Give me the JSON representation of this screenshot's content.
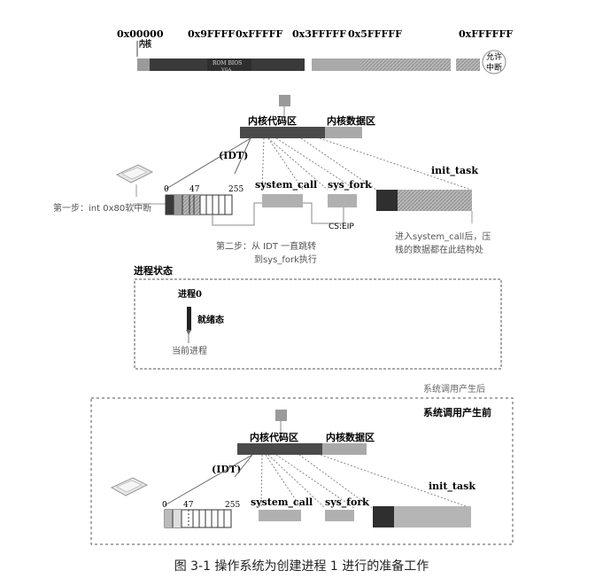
{
  "memory": {
    "addr_start": "0x00000",
    "addr_9ffff": "0x9FFFF",
    "addr_fffff": "0xFFFFF",
    "addr_3fffff": "0x3FFFFF",
    "addr_5fffff": "0x5FFFFF",
    "addr_end": "0xFFFFFF",
    "kernel_label": "内核",
    "rom_bios_label": "ROM BIOS",
    "vga_label": "VGA",
    "allow_interrupt_line1": "允许",
    "allow_interrupt_line2": "中断"
  },
  "top": {
    "kernel_code_label": "内核代码区",
    "kernel_data_label": "内核数据区",
    "idt_label": "(IDT)",
    "idt_tick_0": "0",
    "idt_tick_47": "47",
    "idt_tick_255": "255",
    "system_call_label": "system_call",
    "sys_fork_label": "sys_fork",
    "init_task_label": "init_task",
    "cs_eip_label": "CS:EIP",
    "step1_label": "第一步：int 0x80软中断",
    "step2_line1": "第二步：从 IDT 一直跳转",
    "step2_line2": "到sys_fork执行",
    "after_syscall_line1": "进入system_call后，压",
    "after_syscall_line2": "栈的数据都在此结构处"
  },
  "process": {
    "title": "进程状态",
    "process0_label": "进程0",
    "ready_label": "就绪态",
    "current_label": "当前进程"
  },
  "after_label": "系统调用产生后",
  "bottom": {
    "title": "系统调用产生前",
    "kernel_code_label": "内核代码区",
    "kernel_data_label": "内核数据区",
    "idt_label": "(IDT)",
    "idt_tick_0": "0",
    "idt_tick_47": "47",
    "idt_tick_255": "255",
    "system_call_label": "system_call",
    "sys_fork_label": "sys_fork",
    "init_task_label": "init_task"
  },
  "caption": "图 3-1    操作系统为创建进程 1 进行的准备工作",
  "colors": {
    "dark_block": "#3a3a3a",
    "light_block": "#a9a9a9",
    "code_block": "#505050"
  }
}
